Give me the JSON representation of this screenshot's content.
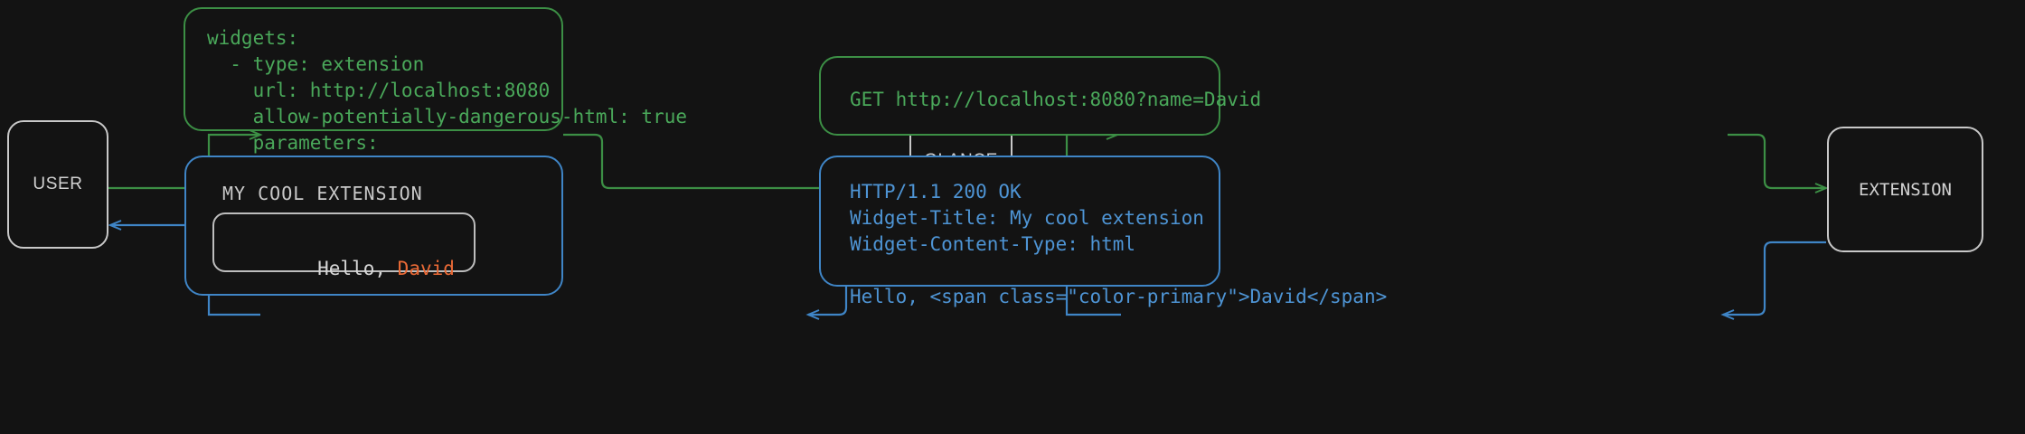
{
  "colors": {
    "background": "#131313",
    "node_border": "#c8c8c8",
    "request_green": "#3c8f45",
    "request_green_text": "#4aa85a",
    "response_blue": "#3f85c6",
    "response_blue_text": "#4e94d4",
    "accent_primary": "#ea6a36",
    "widget_text": "#d6d6d6"
  },
  "nodes": {
    "user": {
      "label": "USER"
    },
    "glance": {
      "label": "GLANCE"
    },
    "extension": {
      "label": "EXTENSION"
    }
  },
  "cards": {
    "config": {
      "kind": "yaml-config",
      "color": "green",
      "code": "widgets:\n  - type: extension\n    url: http://localhost:8080\n    allow-potentially-dangerous-html: true\n    parameters:\n      name: David"
    },
    "http_request": {
      "kind": "http-request",
      "color": "green",
      "code": "GET http://localhost:8080?name=David"
    },
    "http_response": {
      "kind": "http-response",
      "color": "blue",
      "code": "HTTP/1.1 200 OK\nWidget-Title: My cool extension\nWidget-Content-Type: html\n\nHello, <span class=\"color-primary\">David</span>"
    },
    "rendered_widget": {
      "kind": "rendered-widget",
      "color": "blue",
      "title": "MY COOL EXTENSION",
      "body_prefix": "Hello, ",
      "body_accent": "David"
    }
  },
  "flows": [
    {
      "name": "user-to-config",
      "color": "green",
      "direction": "forward"
    },
    {
      "name": "config-to-glance",
      "color": "green",
      "direction": "forward"
    },
    {
      "name": "glance-to-request",
      "color": "green",
      "direction": "forward"
    },
    {
      "name": "request-to-extension",
      "color": "green",
      "direction": "forward"
    },
    {
      "name": "extension-to-response",
      "color": "blue",
      "direction": "return"
    },
    {
      "name": "response-to-glance",
      "color": "blue",
      "direction": "return"
    },
    {
      "name": "glance-to-widget",
      "color": "blue",
      "direction": "return"
    },
    {
      "name": "widget-to-user",
      "color": "blue",
      "direction": "return"
    }
  ]
}
